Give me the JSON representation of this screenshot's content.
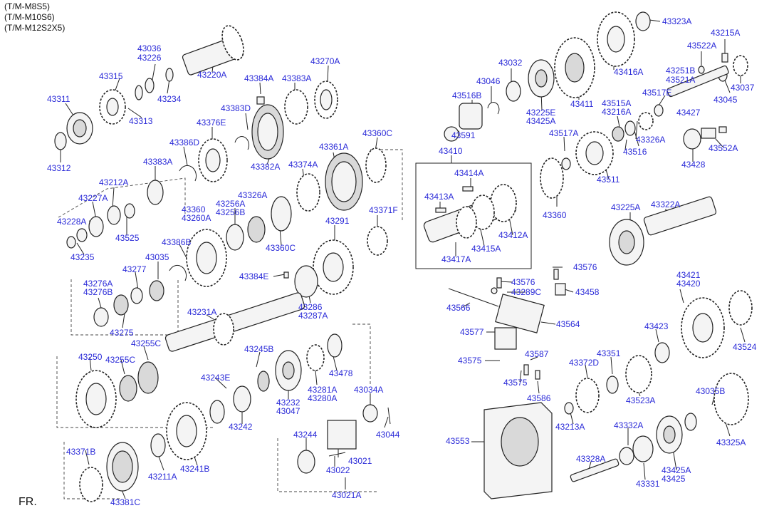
{
  "models": [
    "(T/M-M8S5)",
    "(T/M-M10S6)",
    "(T/M-M12S2X5)"
  ],
  "front_label": "FR.",
  "labels": {
    "p43323A": "43323A",
    "p43215A": "43215A",
    "p43036": "43036",
    "p43226": "43226",
    "p43522A": "43522A",
    "p43220A": "43220A",
    "p43032": "43032",
    "p43416A": "43416A",
    "p43251B": "43251B",
    "p43521A": "43521A",
    "p43315": "43315",
    "p43384A": "43384A",
    "p43383A": "43383A",
    "p43270A": "43270A",
    "p43046": "43046",
    "p43037": "43037",
    "p43517E": "43517E",
    "p43311": "43311",
    "p43234": "43234",
    "p43516B": "43516B",
    "p43411": "43411",
    "p43045": "43045",
    "p43383D": "43383D",
    "p43515A": "43515A",
    "p43216A": "43216A",
    "p43225E": "43225E",
    "p43425A_a": "43425A",
    "p43427": "43427",
    "p43313": "43313",
    "p43376E": "43376E",
    "p43591": "43591",
    "p43326A_a": "43326A",
    "p43517A": "43517A",
    "p43360C_a": "43360C",
    "p43552A": "43552A",
    "p43386D": "43386D",
    "p43361A": "43361A",
    "p43516": "43516",
    "p43312": "43312",
    "p43410": "43410",
    "p43383A_b": "43383A",
    "p43382A": "43382A",
    "p43428": "43428",
    "p43374A": "43374A",
    "p43414A": "43414A",
    "p43511": "43511",
    "p43212A": "43212A",
    "p43326A_b": "43326A",
    "p43413A": "43413A",
    "p43227A": "43227A",
    "p43360": "43360",
    "p43256A": "43256A",
    "p43225A": "43225A",
    "p43322A": "43322A",
    "p43260A": "43260A",
    "p43256B": "43256B",
    "p43371F": "43371F",
    "p43291": "43291",
    "p43228A": "43228A",
    "p43360_b": "43360",
    "p43525": "43525",
    "p43412A": "43412A",
    "p43386B": "43386B",
    "p43360C_b": "43360C",
    "p43415A": "43415A",
    "p43235": "43235",
    "p43035": "43035",
    "p43417A": "43417A",
    "p43277": "43277",
    "p43384E": "43384E",
    "p43576_a": "43576",
    "p43421": "43421",
    "p43420": "43420",
    "p43276A": "43276A",
    "p43576_b": "43576",
    "p43276B": "43276B",
    "p43289C": "43289C",
    "p43458": "43458",
    "p43566": "43566",
    "p43286": "43286",
    "p43287A": "43287A",
    "p43231A": "43231A",
    "p43564": "43564",
    "p43275": "43275",
    "p43423": "43423",
    "p43577": "43577",
    "p43255C": "43255C",
    "p43524": "43524",
    "p43245B": "43245B",
    "p43587": "43587",
    "p43351": "43351",
    "p43250": "43250",
    "p43255C_b": "43255C",
    "p43575_a": "43575",
    "p43372D": "43372D",
    "p43478": "43478",
    "p43575_b": "43575",
    "p43243E": "43243E",
    "p43281A": "43281A",
    "p43280A": "43280A",
    "p43034A": "43034A",
    "p43523A": "43523A",
    "p43586": "43586",
    "p43035B": "43035B",
    "p43232": "43232",
    "p43047": "43047",
    "p43242": "43242",
    "p43213A": "43213A",
    "p43044": "43044",
    "p43332A": "43332A",
    "p43325A": "43325A",
    "p43244": "43244",
    "p43553": "43553",
    "p43371B": "43371B",
    "p43211A": "43211A",
    "p43021": "43021",
    "p43022": "43022",
    "p43328A": "43328A",
    "p43241B": "43241B",
    "p43425A_b": "43425A",
    "p43425": "43425",
    "p43331": "43331",
    "p43381C": "43381C",
    "p43021A": "43021A"
  }
}
